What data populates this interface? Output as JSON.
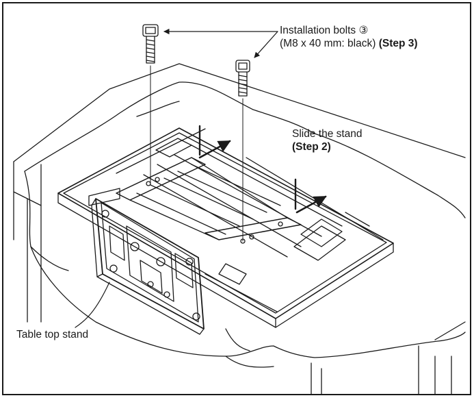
{
  "callouts": {
    "bolts": {
      "title": "Installation bolts ③",
      "spec": "(M8 x 40 mm: black)",
      "step": "(Step 3)"
    },
    "slide": {
      "title": "Slide the stand",
      "step": "(Step 2)"
    },
    "stand": {
      "title": "Table top stand"
    }
  }
}
